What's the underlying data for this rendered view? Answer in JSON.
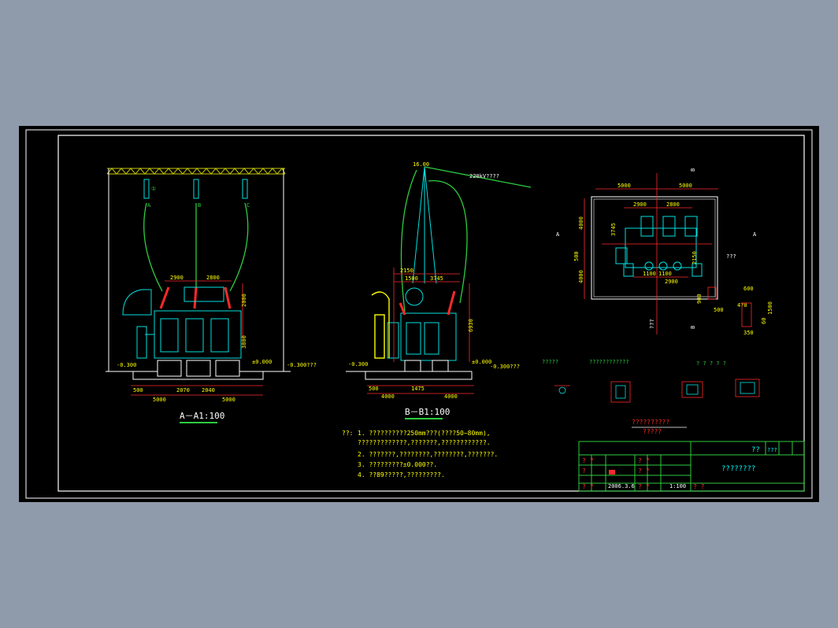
{
  "colors": {
    "background": "#8f9bab",
    "paper": "#000000",
    "frame": "#ffffff",
    "dimension": "#ff2a2a",
    "equipment": "#00e0e0",
    "conductor": "#2ecc40",
    "note_text": "#ffff00",
    "title_text": "#00ffff",
    "steel": "#ffff00",
    "bushing": "#ff2a2a"
  },
  "section_aa": {
    "title": "A－A1:100",
    "phase_labels": [
      "A",
      "B",
      "C"
    ],
    "callout": "①",
    "dims_top": [
      "2900",
      "2800"
    ],
    "dims_side": [
      "2000",
      "3800"
    ],
    "dims_bottom_1": [
      "500",
      "2070",
      "2040"
    ],
    "dims_bottom_2": [
      "5000",
      "5000"
    ],
    "level_left": "-0.300",
    "level_mid": "±0.000",
    "level_right": "-0.300???"
  },
  "section_bb": {
    "title": "B－B1:100",
    "top_level": "16.00",
    "line_label": "220kV????",
    "dims_top": [
      "2150",
      "1500",
      "3745"
    ],
    "dim_side": "6930",
    "dims_bottom_1": [
      "500",
      "1475"
    ],
    "dims_bottom_2": [
      "4000",
      "4000"
    ],
    "level_left": "-0.300",
    "level_mid": "±0.000",
    "level_right": "-0.300???"
  },
  "plan": {
    "section_mark_a": "A",
    "section_mark_b": "B",
    "dims_top_outer": [
      "5000",
      "5000"
    ],
    "dims_top_inner": [
      "2900",
      "2800"
    ],
    "dims_left": [
      "4000",
      "500",
      "4000"
    ],
    "dims_mid": [
      "3745",
      "1100",
      "1100",
      "2900"
    ],
    "dim_right": "2150",
    "dims_corner": [
      "900",
      "500"
    ],
    "label_right": "???",
    "label_bottom": "???",
    "detail_dims": [
      "600",
      "470",
      "350",
      "60",
      "1500"
    ]
  },
  "details": {
    "heading_1": "?????",
    "heading_2": "????????????",
    "heading_3": "? ? ? ? ?",
    "caption_1": "??????????",
    "caption_2": "?????"
  },
  "notes": {
    "label": "??:",
    "items": [
      "1. ??????????250mm???(????50~80mm),",
      "   ?????????????,???????,????????????.",
      "2. ???????,????????,????????,???????.",
      "3. ?????????±0.000??.",
      "4. ??89?????,?????????."
    ]
  },
  "title_block": {
    "project_label": "??",
    "stage_label": "???",
    "drawing_title": "????????",
    "date": "2006.3.6",
    "scale": "1:100",
    "placeholder": "?",
    "pair": "? ?"
  }
}
